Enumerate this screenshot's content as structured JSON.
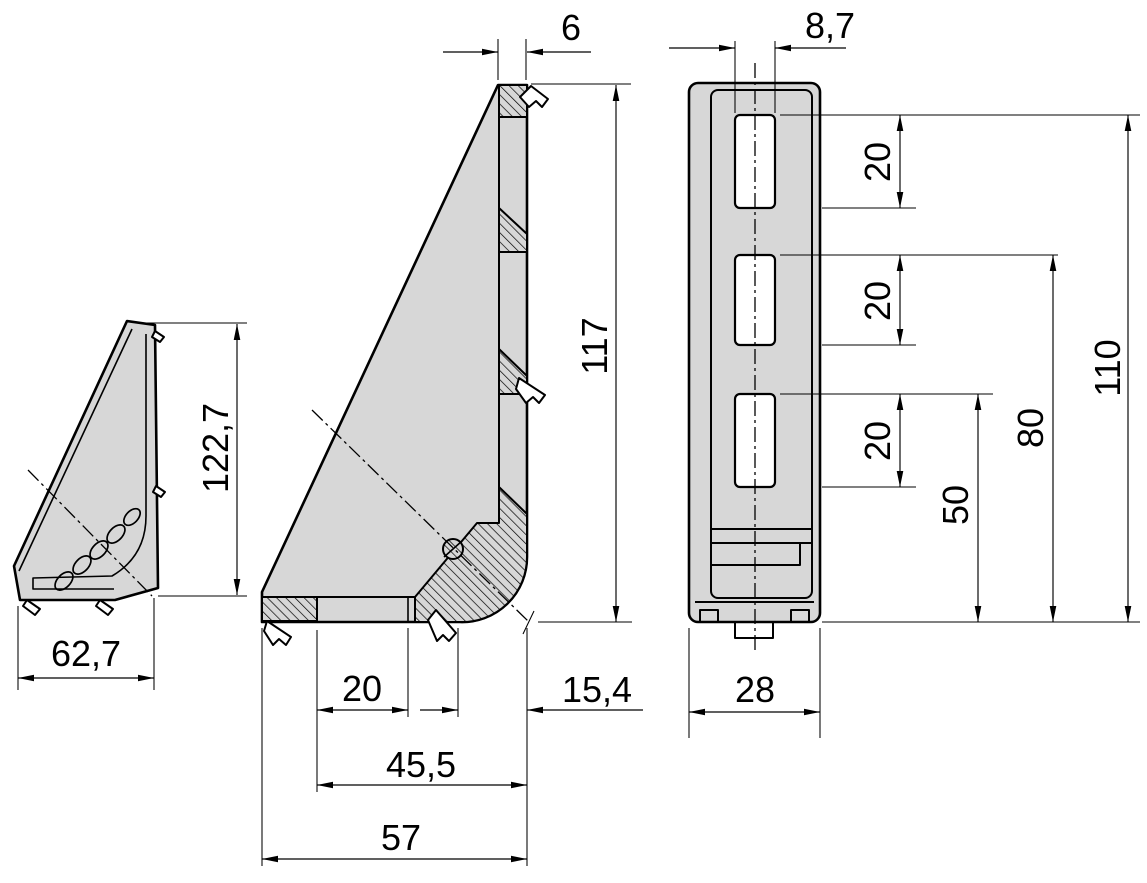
{
  "drawing": {
    "description": "Technical drawing of angle bracket gusset, three views with dimensions in mm",
    "views": {
      "perspective": {
        "height_label": "122,7",
        "width_label": "62,7"
      },
      "section": {
        "wall_thickness_label": "6",
        "height_label": "117",
        "slot_offset_label": "20",
        "edge_offset_label": "15,4",
        "mid_width_label": "45,5",
        "total_depth_label": "57"
      },
      "front": {
        "slot_width_label": "8,7",
        "slot1_length_label": "20",
        "slot2_length_label": "20",
        "slot3_length_label": "20",
        "slot3_bottom_offset_label": "50",
        "slot2_bottom_offset_label": "80",
        "slot1_bottom_offset_label": "110",
        "width_label": "28"
      }
    },
    "colors": {
      "part_fill": "#d7d7d7",
      "line": "#000000",
      "background": "#ffffff"
    }
  }
}
